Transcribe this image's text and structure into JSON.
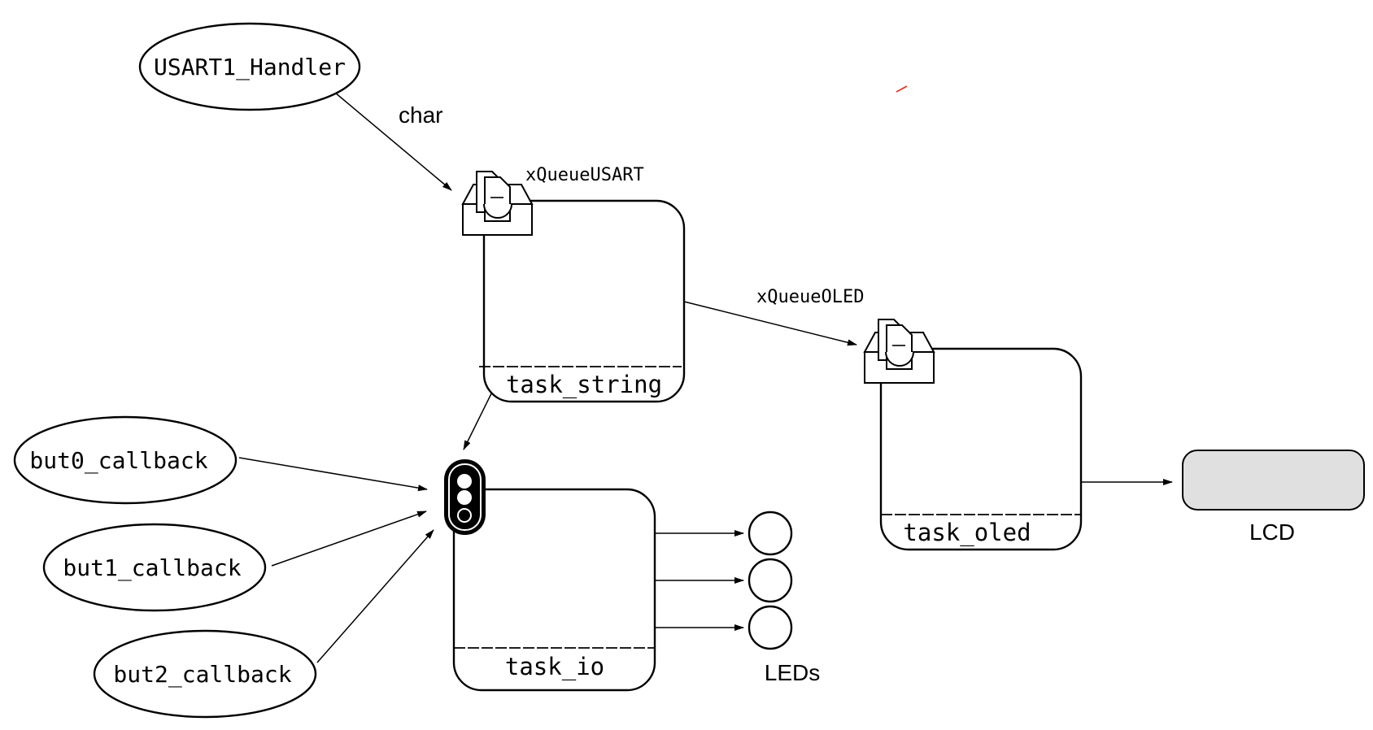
{
  "isr": {
    "usart": "USART1_Handler",
    "but0": "but0_callback",
    "but1": "but1_callback",
    "but2": "but2_callback"
  },
  "tasks": {
    "string": "task_string",
    "oled": "task_oled",
    "io": "task_io"
  },
  "queues": {
    "usart": "xQueueUSART",
    "oled": "xQueueOLED"
  },
  "labels": {
    "char": "char",
    "leds": "LEDs",
    "lcd": "LCD"
  },
  "icons": {
    "queue": "inbox-document-icon",
    "semaphore": "traffic-light-icon"
  },
  "colors": {
    "lcd_fill": "#e0e0e0",
    "stray_mark": "#e03020"
  }
}
